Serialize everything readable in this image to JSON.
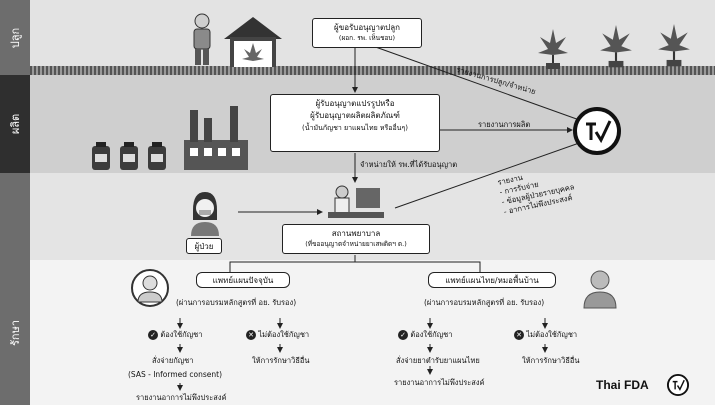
{
  "rows": {
    "grow": "ปลูก",
    "produce": "ผลิต",
    "treat": "รักษา"
  },
  "nodes": {
    "grower": {
      "line1": "ผู้ขอรับอนุญาตปลูก",
      "line2": "(ผอก. รพ. เห็นชอบ)"
    },
    "processor": {
      "line1": "ผู้รับอนุญาตแปรรูปหรือ",
      "line2": "ผู้รับอนุญาตผลิตผลิตภัณฑ์",
      "line3": "(น้ำมันกัญชา ยาแผนไทย หรืออื่นๆ)"
    },
    "patient": "ผู้ป่วย",
    "hospital": {
      "line1": "สถานพยาบาล",
      "line2": "(ที่ขออนุญาตจำหน่ายยาเสพติดฯ ต.)"
    },
    "modern": {
      "title": "แพทย์แผนปัจจุบัน",
      "sub": "(ผ่านการอบรมหลักสูตรที่ อย. รับรอง)"
    },
    "thai": {
      "title": "แพทย์แผนไทย/หมอพื้นบ้าน",
      "sub": "(ผ่านการอบรมหลักสูตรที่ อย. รับรอง)"
    }
  },
  "edges": {
    "report_grow": "รายงานการปลูก/จำหน่าย",
    "report_produce": "รายงานการผลิต",
    "sell_to": "จำหน่ายให้ รพ.ที่ได้รับอนุญาต",
    "report_hospital": {
      "l1": "รายงาน",
      "l2": "- การรับจ่าย",
      "l3": "- ข้อมูลผู้ป่วยรายบุคคล",
      "l4": "- อาการไม่พึงประสงค์"
    }
  },
  "modern_branch": {
    "use": "ต้องใช้กัญชา",
    "nouse": "ไม่ต้องใช้กัญชา",
    "prescribe": "สั่งจ่ายกัญชา",
    "sas": "(SAS - Informed consent)",
    "adverse": "รายงานอาการไม่พึงประสงค์",
    "other": "ให้การรักษาวิธีอื่น"
  },
  "thai_branch": {
    "use": "ต้องใช้กัญชา",
    "nouse": "ไม่ต้องใช้กัญชา",
    "prescribe": "สั่งจ่ายยาตำรับยาแผนไทย",
    "adverse": "รายงานอาการไม่พึงประสงค์",
    "other": "ให้การรักษาวิธีอื่น"
  },
  "logo_text": "Thai FDA",
  "colors": {
    "band_top": "#e3e3e3",
    "band_mid": "#cdcdcd",
    "band_mid2": "#e6e6e6",
    "band_low": "#f2f2f2",
    "side_dark": "#2f2f2f"
  }
}
